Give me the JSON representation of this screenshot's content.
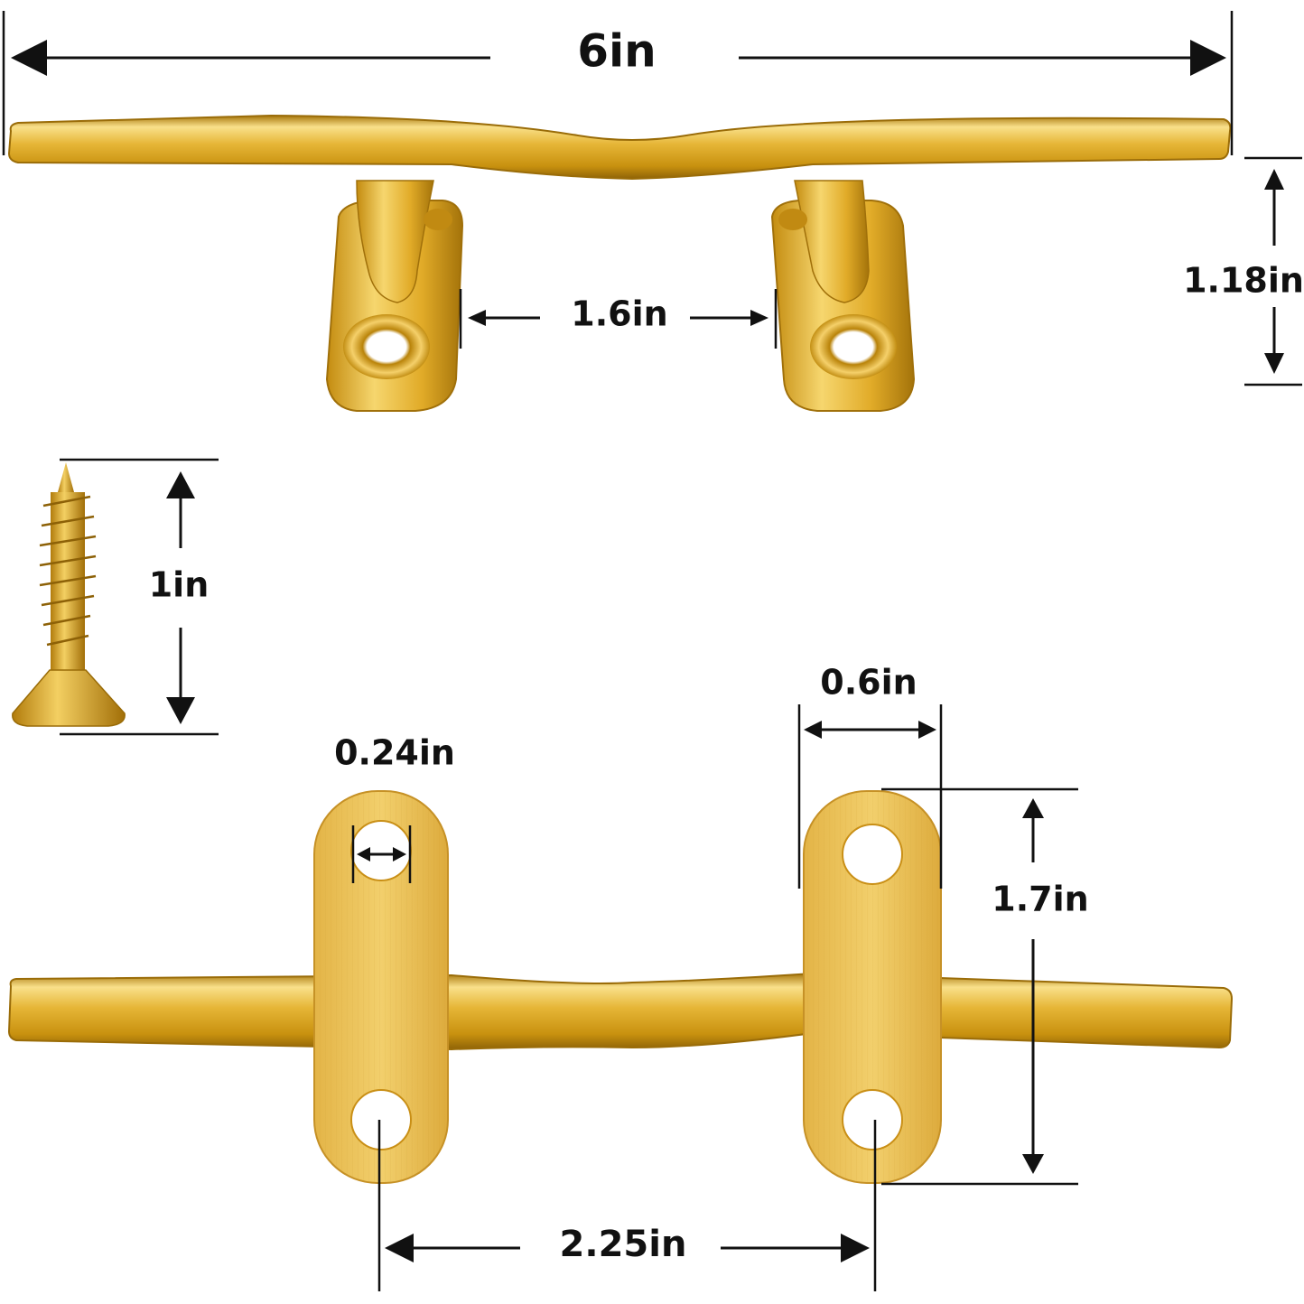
{
  "dimensions": {
    "overall_length": "6in",
    "height": "1.18in",
    "base_gap": "1.6in",
    "screw_length": "1in",
    "hole_diameter": "0.24in",
    "base_width": "0.6in",
    "base_length": "1.7in",
    "hole_spacing": "2.25in"
  },
  "colors": {
    "brass_light": "#f7d97a",
    "brass_mid": "#e0ad2a",
    "brass_dark": "#a8770c",
    "plate": "#efc65a",
    "ink": "#111111"
  }
}
